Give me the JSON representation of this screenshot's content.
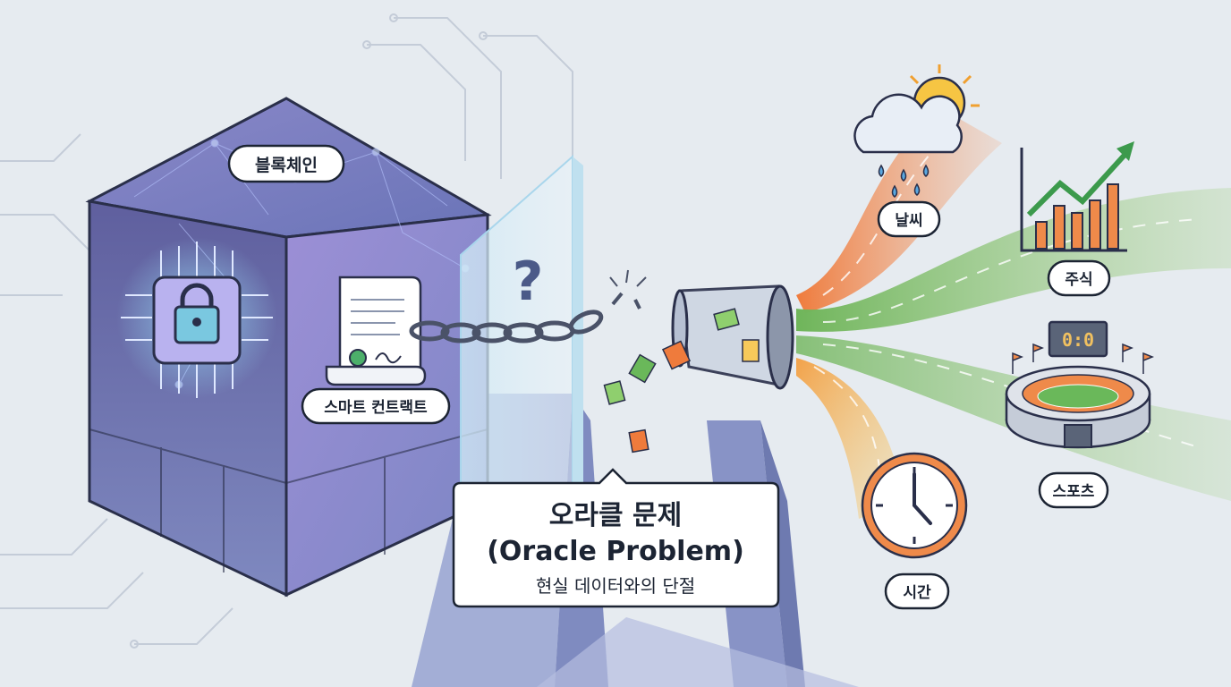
{
  "blockchain": {
    "label": "블록체인"
  },
  "smart_contract": {
    "label": "스마트 컨트랙트"
  },
  "oracle_caption": {
    "title": "오라클 문제",
    "subtitle": "(Oracle Problem)",
    "description": "현실 데이터와의 단절"
  },
  "wall": {
    "symbol": "?"
  },
  "data_sources": [
    {
      "label": "날씨",
      "icon": "weather-icon"
    },
    {
      "label": "주식",
      "icon": "stock-chart-icon"
    },
    {
      "label": "스포츠",
      "icon": "stadium-icon",
      "scoreboard": "0:0"
    },
    {
      "label": "시간",
      "icon": "clock-icon"
    }
  ],
  "colors": {
    "background": "#e6ebf0",
    "cube": "#6f6fb0",
    "weather_stream": "#ef8a4a",
    "stock_stream": "#7dbb5e",
    "time_stream": "#f0b24a"
  }
}
